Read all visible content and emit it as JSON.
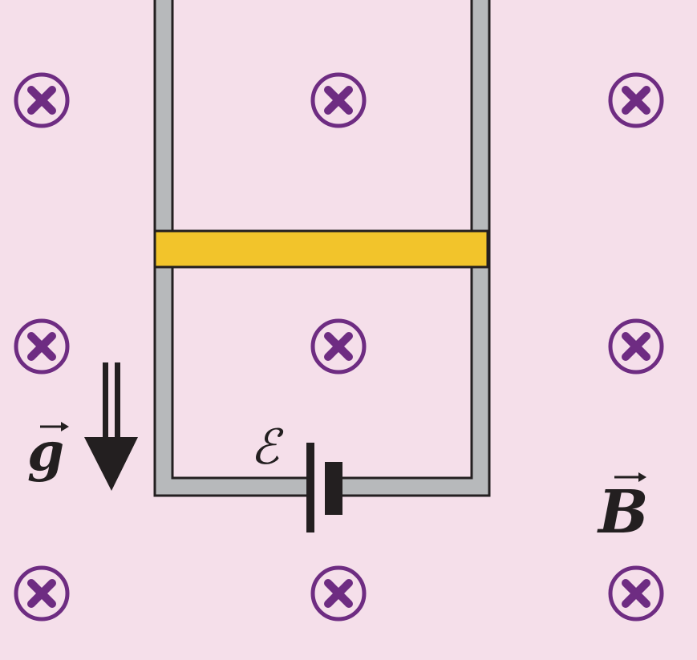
{
  "colors": {
    "background": "#f5dfea",
    "field_symbol": "#6e2c82",
    "rail_fill": "#b7b9bb",
    "rail_outline": "#231f20",
    "rod_fill": "#f2c42b",
    "ink": "#231f20"
  },
  "labels": {
    "gravity": "g",
    "emf": "ℰ",
    "magnetic_field": "B"
  },
  "icons": {
    "field_into_page": "circled-x-icon",
    "vector_arrow": "vector-arrow-icon",
    "gravity_arrow": "double-down-arrow-icon",
    "battery": "battery-icon"
  }
}
